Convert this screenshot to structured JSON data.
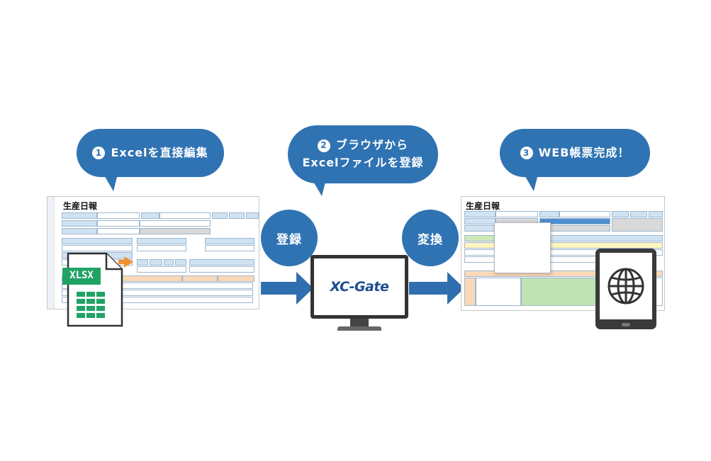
{
  "steps": [
    {
      "number": "1",
      "line1": "Excelを直接編集",
      "line2": ""
    },
    {
      "number": "2",
      "line1": "ブラウザから",
      "line2": "Excelファイルを登録"
    },
    {
      "number": "3",
      "line1": "WEB帳票完成！",
      "line2": ""
    }
  ],
  "actions": {
    "register": "登録",
    "convert": "変換"
  },
  "left_sheet": {
    "title": "生産日報"
  },
  "right_sheet": {
    "title": "生産日報"
  },
  "file_icon": {
    "label": "XLSX",
    "icon": "excel-file-icon"
  },
  "logo": {
    "text": "XC-Gate"
  },
  "icons": {
    "monitor": "monitor-icon",
    "tablet": "tablet-icon",
    "globe": "globe-icon",
    "arrow": "arrow-right-icon"
  },
  "colors": {
    "accent": "#2f73b3",
    "excel_green": "#21a366",
    "orange": "#f29132"
  }
}
